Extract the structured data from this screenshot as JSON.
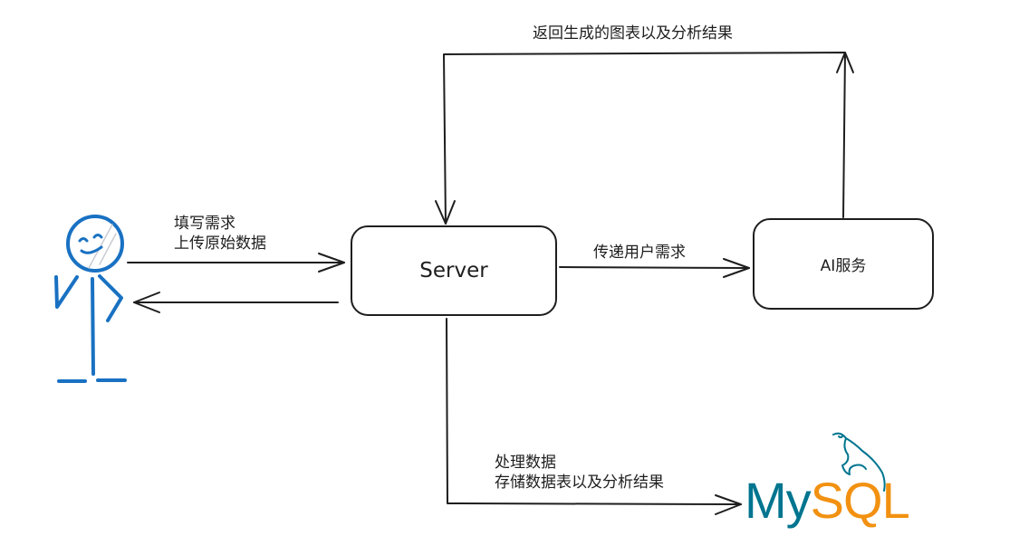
{
  "diagram": {
    "nodes": {
      "user": {
        "label": "User (stick figure)"
      },
      "server": {
        "label": "Server"
      },
      "ai_service": {
        "label": "AI服务"
      },
      "mysql": {
        "label_my": "My",
        "label_sql": "SQL"
      }
    },
    "edges": {
      "user_to_server": {
        "lines": [
          "填写需求",
          "上传原始数据"
        ]
      },
      "server_to_user": {
        "lines": []
      },
      "server_to_ai": {
        "lines": [
          "传递用户需求"
        ]
      },
      "ai_to_server": {
        "lines": [
          "返回生成的图表以及分析结果"
        ]
      },
      "server_to_mysql": {
        "lines": [
          "处理数据",
          "存储数据表以及分析结果"
        ]
      }
    },
    "colors": {
      "stroke": "#1e1e1e",
      "figure": "#1971c2",
      "mysql_blue": "#00758f",
      "mysql_orange": "#f29111"
    }
  }
}
